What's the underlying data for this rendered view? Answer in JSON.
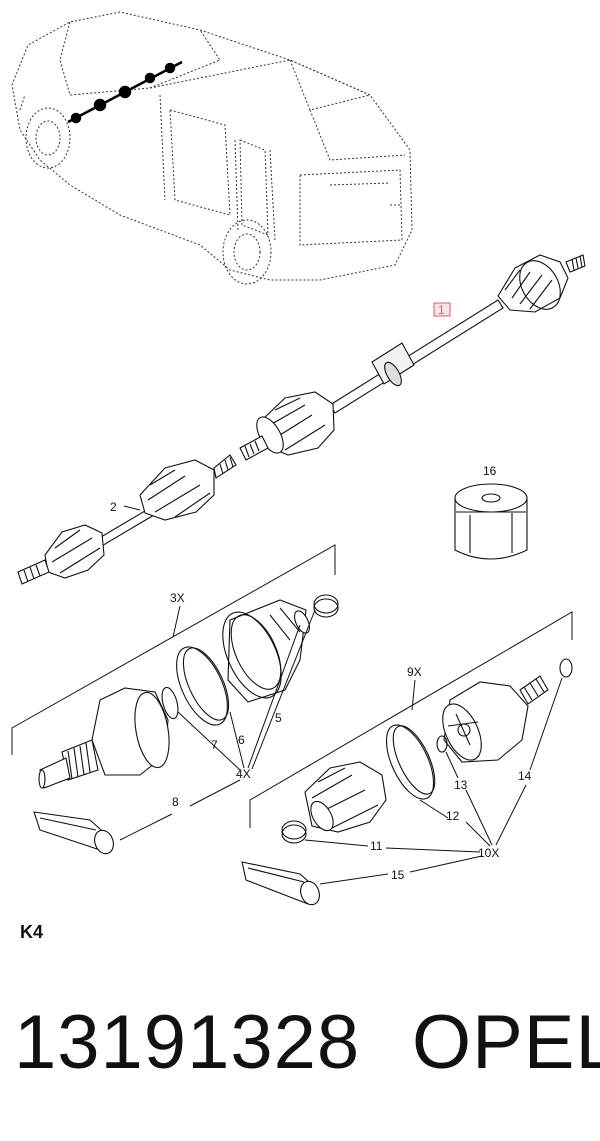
{
  "diagram": {
    "callouts": {
      "n1": "1",
      "n2": "2",
      "n3x": "3X",
      "n4x": "4X",
      "n5": "5",
      "n6": "6",
      "n7": "7",
      "n8": "8",
      "n9x": "9X",
      "n10x": "10X",
      "n11": "11",
      "n12": "12",
      "n13": "13",
      "n14": "14",
      "n15": "15",
      "n16": "16"
    },
    "section_code": "K4",
    "highlight_color": "#e05a6a"
  },
  "footer": {
    "part_number": "13191328",
    "brand": "OPEL"
  }
}
